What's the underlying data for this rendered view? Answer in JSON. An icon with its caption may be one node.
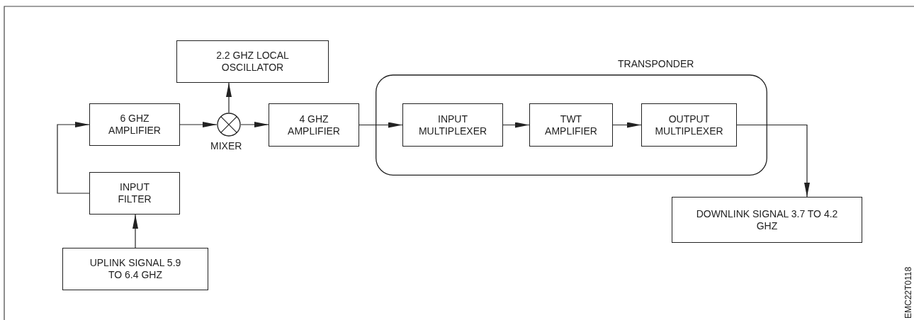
{
  "diagram": {
    "nodes": [
      {
        "text": [
          "UPLINK SIGNAL 5.9 TO 6.4 GHZ"
        ]
      },
      {
        "text": [
          "INPUT FILTER"
        ]
      },
      {
        "text": [
          "6 GHZ AMPLIFIER"
        ]
      },
      {
        "text": [],
        "shape": "circle",
        "beside": [
          "MIXER"
        ]
      },
      {
        "text": [
          "2.2 GHZ LOCAL OSCILLATOR"
        ]
      },
      {
        "text": [
          "4 GHZ AMPLIFIER"
        ]
      },
      {
        "text": [
          "TRANSPONDER"
        ]
      },
      {
        "text": [
          "INPUT MULTIPLEXER"
        ],
        "in": 6
      },
      {
        "text": [
          "TWT AMPLIFIER"
        ],
        "in": 6
      },
      {
        "text": [
          "OUTPUT MULTIPLEXER"
        ],
        "in": 6
      },
      {
        "text": [
          "DOWNLINK SIGNAL 3.7 TO 4.2 GHZ"
        ]
      }
    ],
    "edges": [
      {
        "from": 0,
        "to": 1,
        "arrow": "to"
      },
      {
        "from": 1,
        "to": 2,
        "arrow": "to"
      },
      {
        "from": 2,
        "to": 3,
        "arrow": "to"
      },
      {
        "from": 3,
        "to": 4,
        "arrow": "to"
      },
      {
        "from": 3,
        "to": 5,
        "arrow": "to"
      },
      {
        "from": 5,
        "to": 7,
        "arrow": "to"
      },
      {
        "from": 7,
        "to": 8,
        "arrow": "to"
      },
      {
        "from": 8,
        "to": 9,
        "arrow": "to"
      },
      {
        "from": 9,
        "to": 10,
        "arrow": "to"
      }
    ],
    "labels": [
      "EMC22T0118"
    ]
  }
}
